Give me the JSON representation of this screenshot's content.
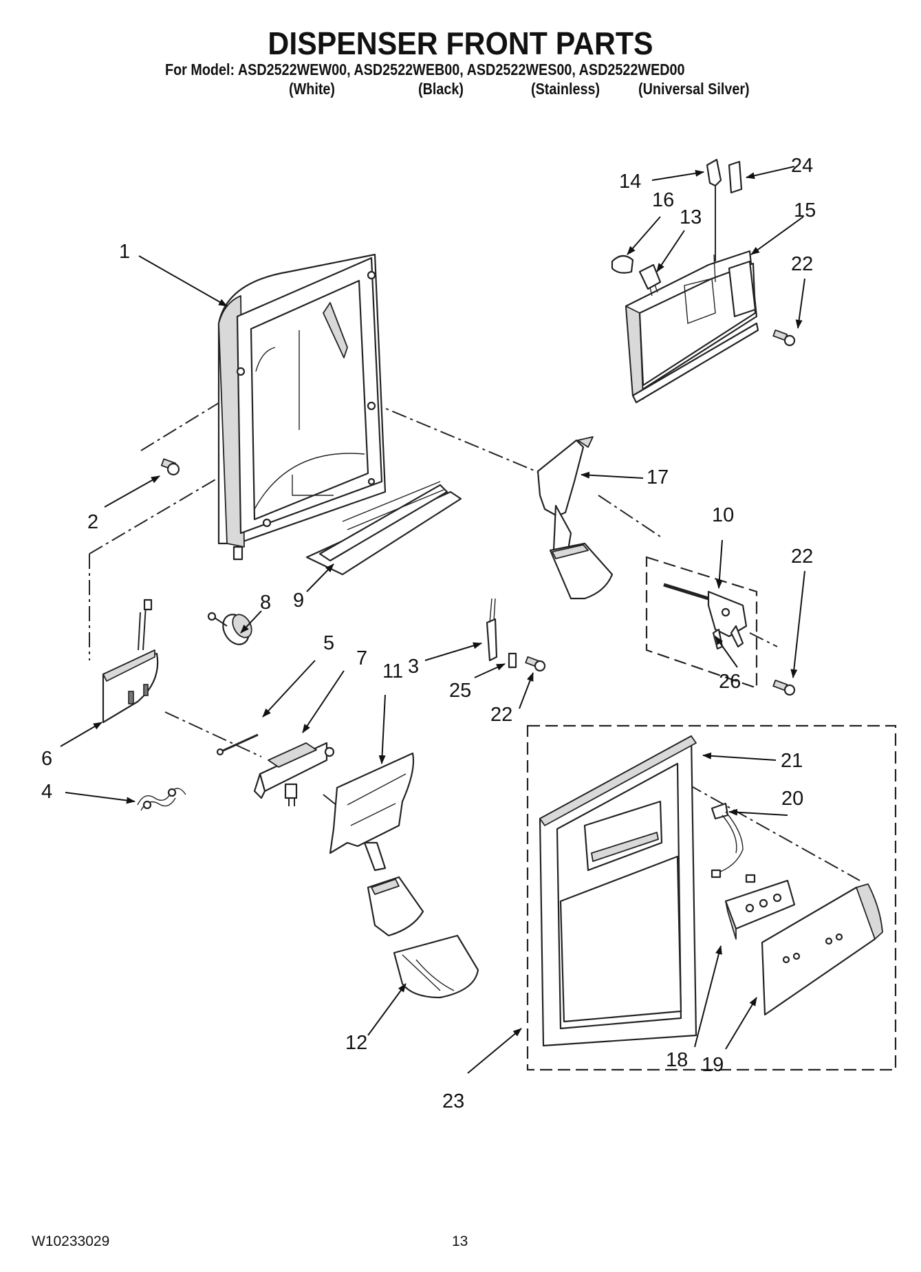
{
  "header": {
    "title": "DISPENSER FRONT PARTS",
    "subtitle": "For Model: ASD2522WEW00, ASD2522WEB00, ASD2522WES00, ASD2522WED00",
    "variants": [
      "(White)",
      "(Black)",
      "(Stainless)",
      "(Universal Silver)"
    ]
  },
  "callouts": {
    "c1": "1",
    "c2": "2",
    "c3": "3",
    "c4": "4",
    "c5": "5",
    "c6": "6",
    "c7": "7",
    "c8": "8",
    "c9": "9",
    "c10": "10",
    "c11": "11",
    "c12": "12",
    "c13": "13",
    "c14": "14",
    "c15": "15",
    "c16": "16",
    "c17": "17",
    "c18": "18",
    "c19": "19",
    "c20": "20",
    "c21": "21",
    "c22a": "22",
    "c22b": "22",
    "c22c": "22",
    "c23": "23",
    "c24": "24",
    "c25": "25",
    "c26": "26"
  },
  "footer": {
    "doc_number": "W10233029",
    "page_number": "13"
  }
}
